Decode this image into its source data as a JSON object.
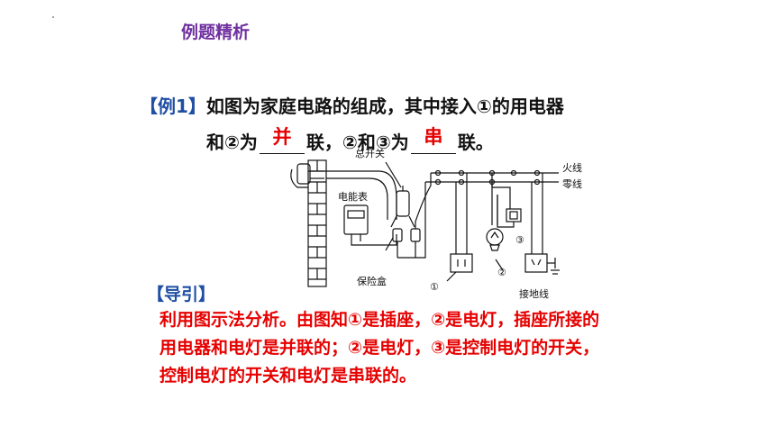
{
  "section_title": "例题精析",
  "question": {
    "label": "【例1】",
    "line1": "如图为家庭电路的组成，其中接入①的用电器",
    "line2_a": "和②为",
    "answer1": "并",
    "line2_b": "联，②和③为",
    "answer2": "串",
    "line2_c": "联。"
  },
  "diagram": {
    "main_switch": "总开关",
    "meter": "电能表",
    "live_wire": "火线",
    "neutral_wire": "零线",
    "fuse_box": "保险盒",
    "ground_wire": "接地线",
    "mark1": "①",
    "mark2": "②",
    "mark3": "③"
  },
  "guide": {
    "heading": "【导引】",
    "body": "利用图示法分析。由图知①是插座，②是电灯，插座所接的用电器和电灯是并联的；②是电灯，③是控制电灯的开关，控制电灯的开关和电灯是串联的。"
  },
  "colors": {
    "title": "#7030a0",
    "label": "#1f4ea3",
    "answer": "#e60000"
  }
}
